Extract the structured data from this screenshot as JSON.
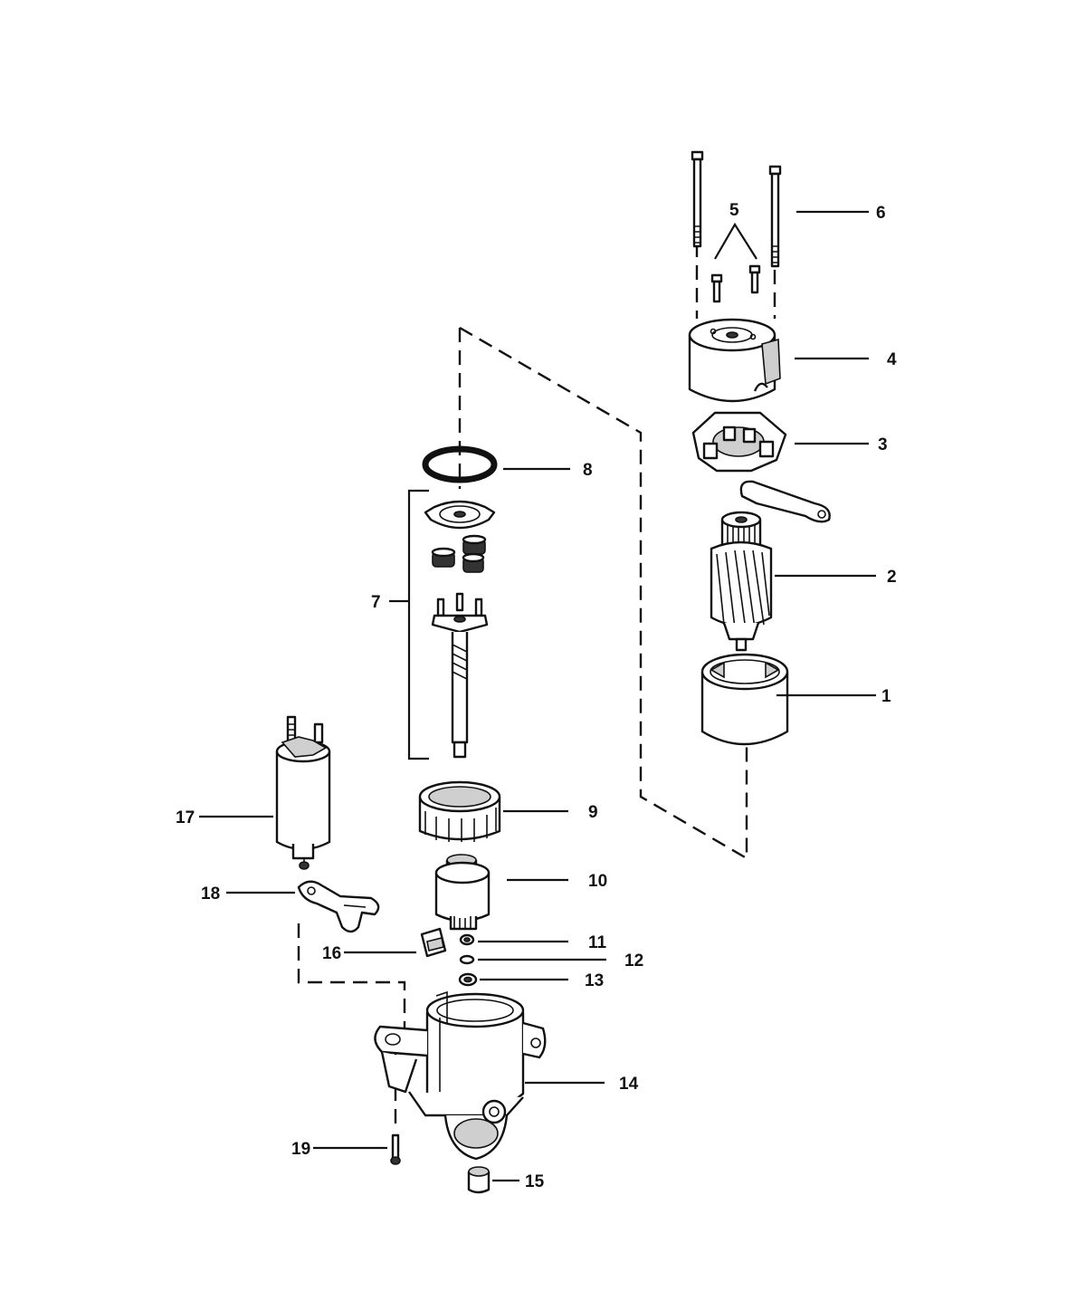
{
  "callouts": {
    "c1": "1",
    "c2": "2",
    "c3": "3",
    "c4": "4",
    "c5": "5",
    "c6": "6",
    "c7": "7",
    "c8": "8",
    "c9": "9",
    "c10": "10",
    "c11": "11",
    "c12": "12",
    "c13": "13",
    "c14": "14",
    "c15": "15",
    "c16": "16",
    "c17": "17",
    "c18": "18",
    "c19": "19"
  },
  "colors": {
    "ink": "#111111",
    "background": "#ffffff",
    "shade": "#cfcfcf"
  }
}
